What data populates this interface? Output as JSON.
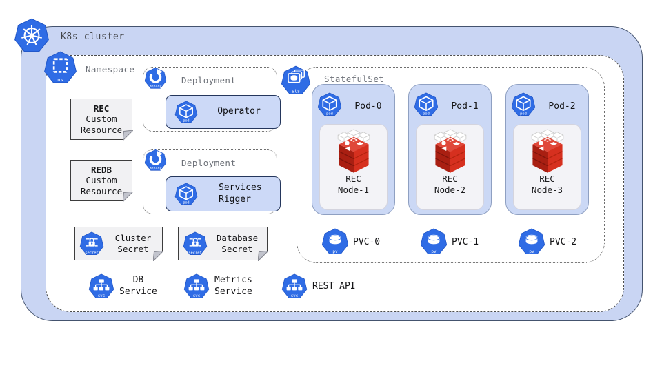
{
  "cluster": {
    "label": "K8s cluster"
  },
  "namespace": {
    "label": "Namespace"
  },
  "icon_labels": {
    "ns": "ns",
    "deploy": "deploy",
    "pod": "pod",
    "sts": "sts",
    "svc": "svc",
    "secret": "secret",
    "pv": "pv"
  },
  "custom_resources": [
    {
      "title": "REC",
      "line1": "Custom",
      "line2": "Resource"
    },
    {
      "title": "REDB",
      "line1": "Custom",
      "line2": "Resource"
    }
  ],
  "deployments": [
    {
      "label": "Deployment",
      "workload_line1": "Operator"
    },
    {
      "label": "Deployment",
      "workload_line1": "Services",
      "workload_line2": "Rigger"
    }
  ],
  "secrets": [
    {
      "line1": "Cluster",
      "line2": "Secret"
    },
    {
      "line1": "Database",
      "line2": "Secret"
    }
  ],
  "services": [
    {
      "line1": "DB",
      "line2": "Service"
    },
    {
      "line1": "Metrics",
      "line2": "Service"
    },
    {
      "line1": "REST API"
    }
  ],
  "statefulset": {
    "label": "StatefulSet",
    "pods": [
      {
        "name": "Pod-0",
        "node_line1": "REC",
        "node_line2": "Node-1",
        "pvc": "PVC-0"
      },
      {
        "name": "Pod-1",
        "node_line1": "REC",
        "node_line2": "Node-2",
        "pvc": "PVC-1"
      },
      {
        "name": "Pod-2",
        "node_line1": "REC",
        "node_line2": "Node-3",
        "pvc": "PVC-2"
      }
    ]
  },
  "colors": {
    "icon_blue": "#2f6ce5",
    "cluster_fill": "#c9d5f3",
    "workload_fill": "#ccd9f7",
    "pod_fill": "#cbd8f5",
    "node_fill": "#f3f3f7",
    "doc_fill": "#f1f1f3",
    "redis_red": "#d6301f"
  }
}
